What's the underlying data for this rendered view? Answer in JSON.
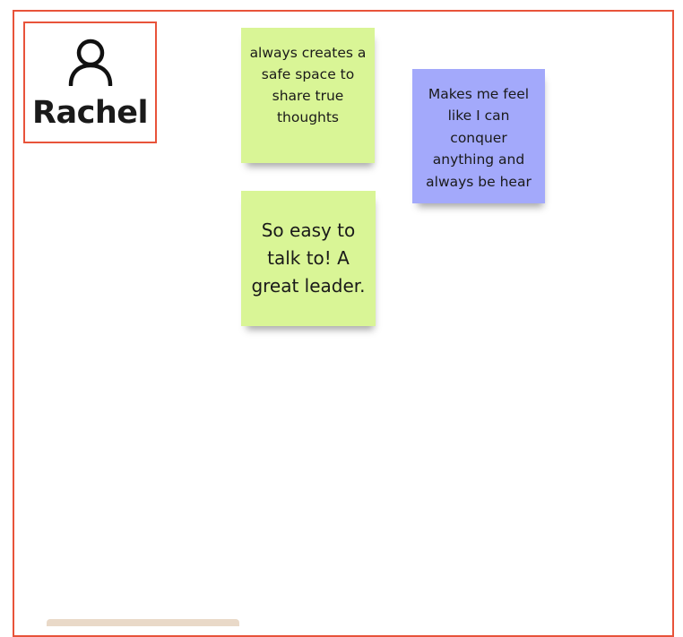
{
  "board": {
    "border_color": "#e8533a",
    "background": "#ffffff"
  },
  "person": {
    "icon": "user-icon",
    "name": "Rachel"
  },
  "stickies": [
    {
      "text": "always creates a safe space to share true thoughts",
      "color": "#d9f596"
    },
    {
      "text": "Makes me feel like I can conquer anything and always be hear",
      "color": "#a3a9fb"
    },
    {
      "text": "So easy to talk to! A great leader.",
      "color": "#d9f596"
    }
  ]
}
